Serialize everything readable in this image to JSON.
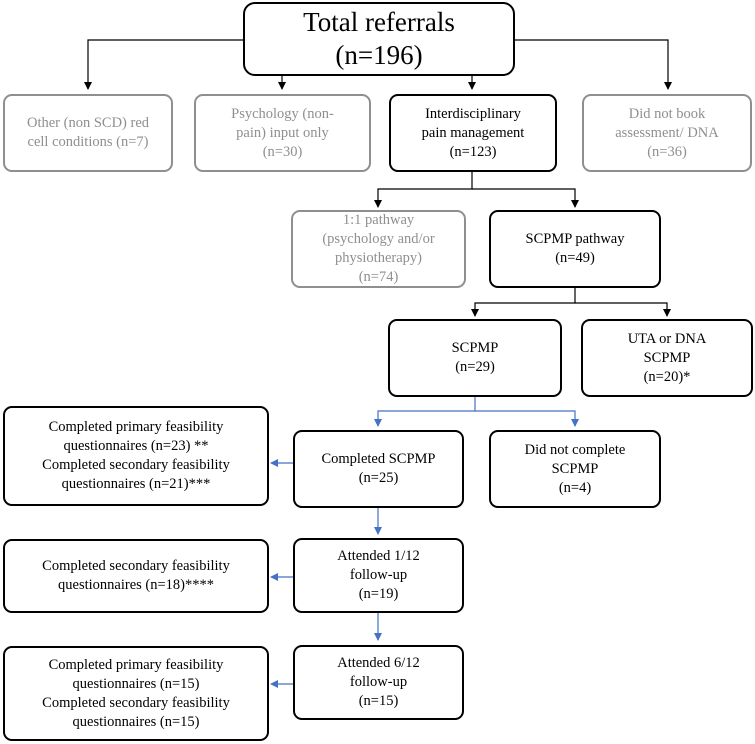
{
  "nodes": {
    "total": [
      "Total referrals",
      "(n=196)"
    ],
    "other": [
      "Other (non SCD) red",
      "cell conditions (n=7)"
    ],
    "psychology": [
      "Psychology (non-",
      "pain) input only",
      "(n=30)"
    ],
    "interdisciplinary": [
      "Interdisciplinary",
      "pain management",
      "(n=123)"
    ],
    "did_not_book": [
      "Did not book",
      "assessment/ DNA",
      "(n=36)"
    ],
    "one_to_one": [
      "1:1 pathway",
      "(psychology and/or",
      "physiotherapy)",
      "(n=74)"
    ],
    "scpmp_pathway": [
      "SCPMP pathway",
      "(n=49)"
    ],
    "scpmp": [
      "SCPMP",
      "(n=29)"
    ],
    "uta_dna": [
      "UTA or DNA",
      "SCPMP",
      "(n=20)*"
    ],
    "completed_scpmp": [
      "Completed SCPMP",
      "(n=25)"
    ],
    "did_not_complete": [
      "Did not complete",
      "SCPMP",
      "(n=4)"
    ],
    "questionnaires_post": [
      "Completed primary feasibility",
      "questionnaires (n=23) **",
      "Completed secondary feasibility",
      "questionnaires (n=21)***"
    ],
    "attended_1_12": [
      "Attended 1/12",
      "follow-up",
      "(n=19)"
    ],
    "questionnaires_1_12": [
      "Completed secondary feasibility",
      "questionnaires (n=18)****"
    ],
    "attended_6_12": [
      "Attended 6/12",
      "follow-up",
      "(n=15)"
    ],
    "questionnaires_6_12": [
      "Completed primary feasibility",
      "questionnaires (n=15)",
      "Completed secondary feasibility",
      "questionnaires (n=15)"
    ]
  },
  "colors": {
    "primary_border": "#000000",
    "excluded_border": "#8f8f8f",
    "excluded_text": "#8f8f8f",
    "black_connector": "#000000",
    "blue_connector": "#4472c4"
  }
}
